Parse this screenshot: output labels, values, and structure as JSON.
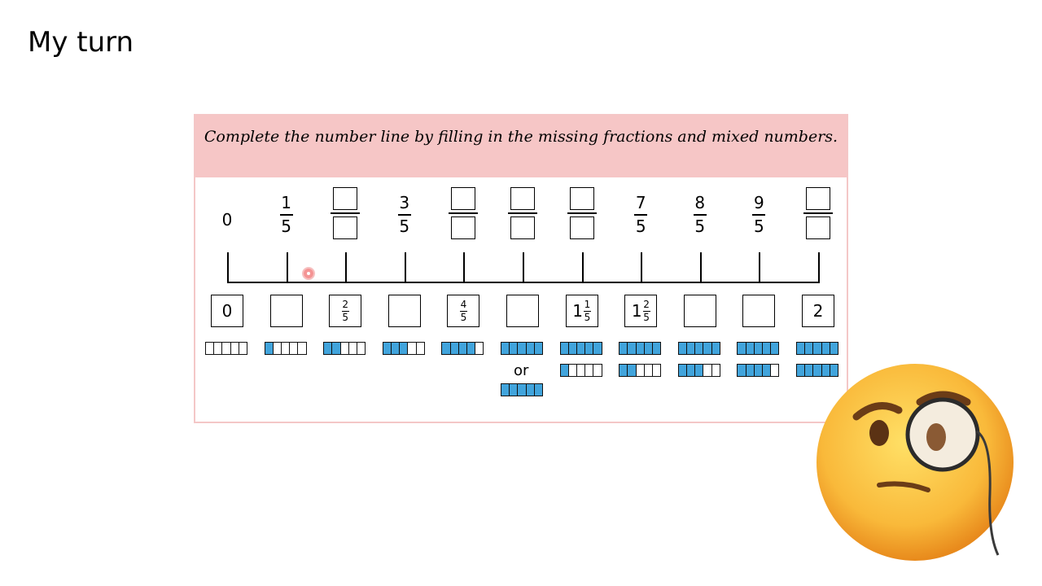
{
  "slide": {
    "title": "My turn"
  },
  "card": {
    "instruction": "Complete the number line by filling in the missing fractions and mixed numbers."
  },
  "top_row": [
    {
      "type": "whole",
      "text": "0"
    },
    {
      "type": "frac",
      "num": "1",
      "den": "5"
    },
    {
      "type": "blank"
    },
    {
      "type": "frac",
      "num": "3",
      "den": "5"
    },
    {
      "type": "blank"
    },
    {
      "type": "blank"
    },
    {
      "type": "blank"
    },
    {
      "type": "frac",
      "num": "7",
      "den": "5"
    },
    {
      "type": "frac",
      "num": "8",
      "den": "5"
    },
    {
      "type": "frac",
      "num": "9",
      "den": "5"
    },
    {
      "type": "blank"
    }
  ],
  "bottom_boxes": [
    {
      "type": "whole",
      "text": "0"
    },
    {
      "type": "empty"
    },
    {
      "type": "frac",
      "num": "2",
      "den": "5"
    },
    {
      "type": "empty"
    },
    {
      "type": "frac",
      "num": "4",
      "den": "5"
    },
    {
      "type": "empty"
    },
    {
      "type": "mixed",
      "whole": "1",
      "num": "1",
      "den": "5"
    },
    {
      "type": "mixed",
      "whole": "1",
      "num": "2",
      "den": "5"
    },
    {
      "type": "empty"
    },
    {
      "type": "empty"
    },
    {
      "type": "whole",
      "text": "2"
    }
  ],
  "bar_models": [
    {
      "bars": [
        0
      ]
    },
    {
      "bars": [
        1
      ]
    },
    {
      "bars": [
        2
      ]
    },
    {
      "bars": [
        3
      ]
    },
    {
      "bars": [
        4
      ]
    },
    {
      "bars": [
        5
      ],
      "alt": "or",
      "alt_bars": [
        5
      ]
    },
    {
      "bars": [
        5,
        1
      ]
    },
    {
      "bars": [
        5,
        2
      ]
    },
    {
      "bars": [
        5,
        3
      ]
    },
    {
      "bars": [
        5,
        4
      ]
    },
    {
      "bars": [
        5,
        5
      ]
    }
  ],
  "colors": {
    "banner": "#f6c6c6",
    "bar_fill": "#41a4dc",
    "border": "#f4c7c7"
  },
  "icons": {
    "emoji": "face-with-monocle-icon",
    "cursor": "pointer-dot-icon"
  }
}
